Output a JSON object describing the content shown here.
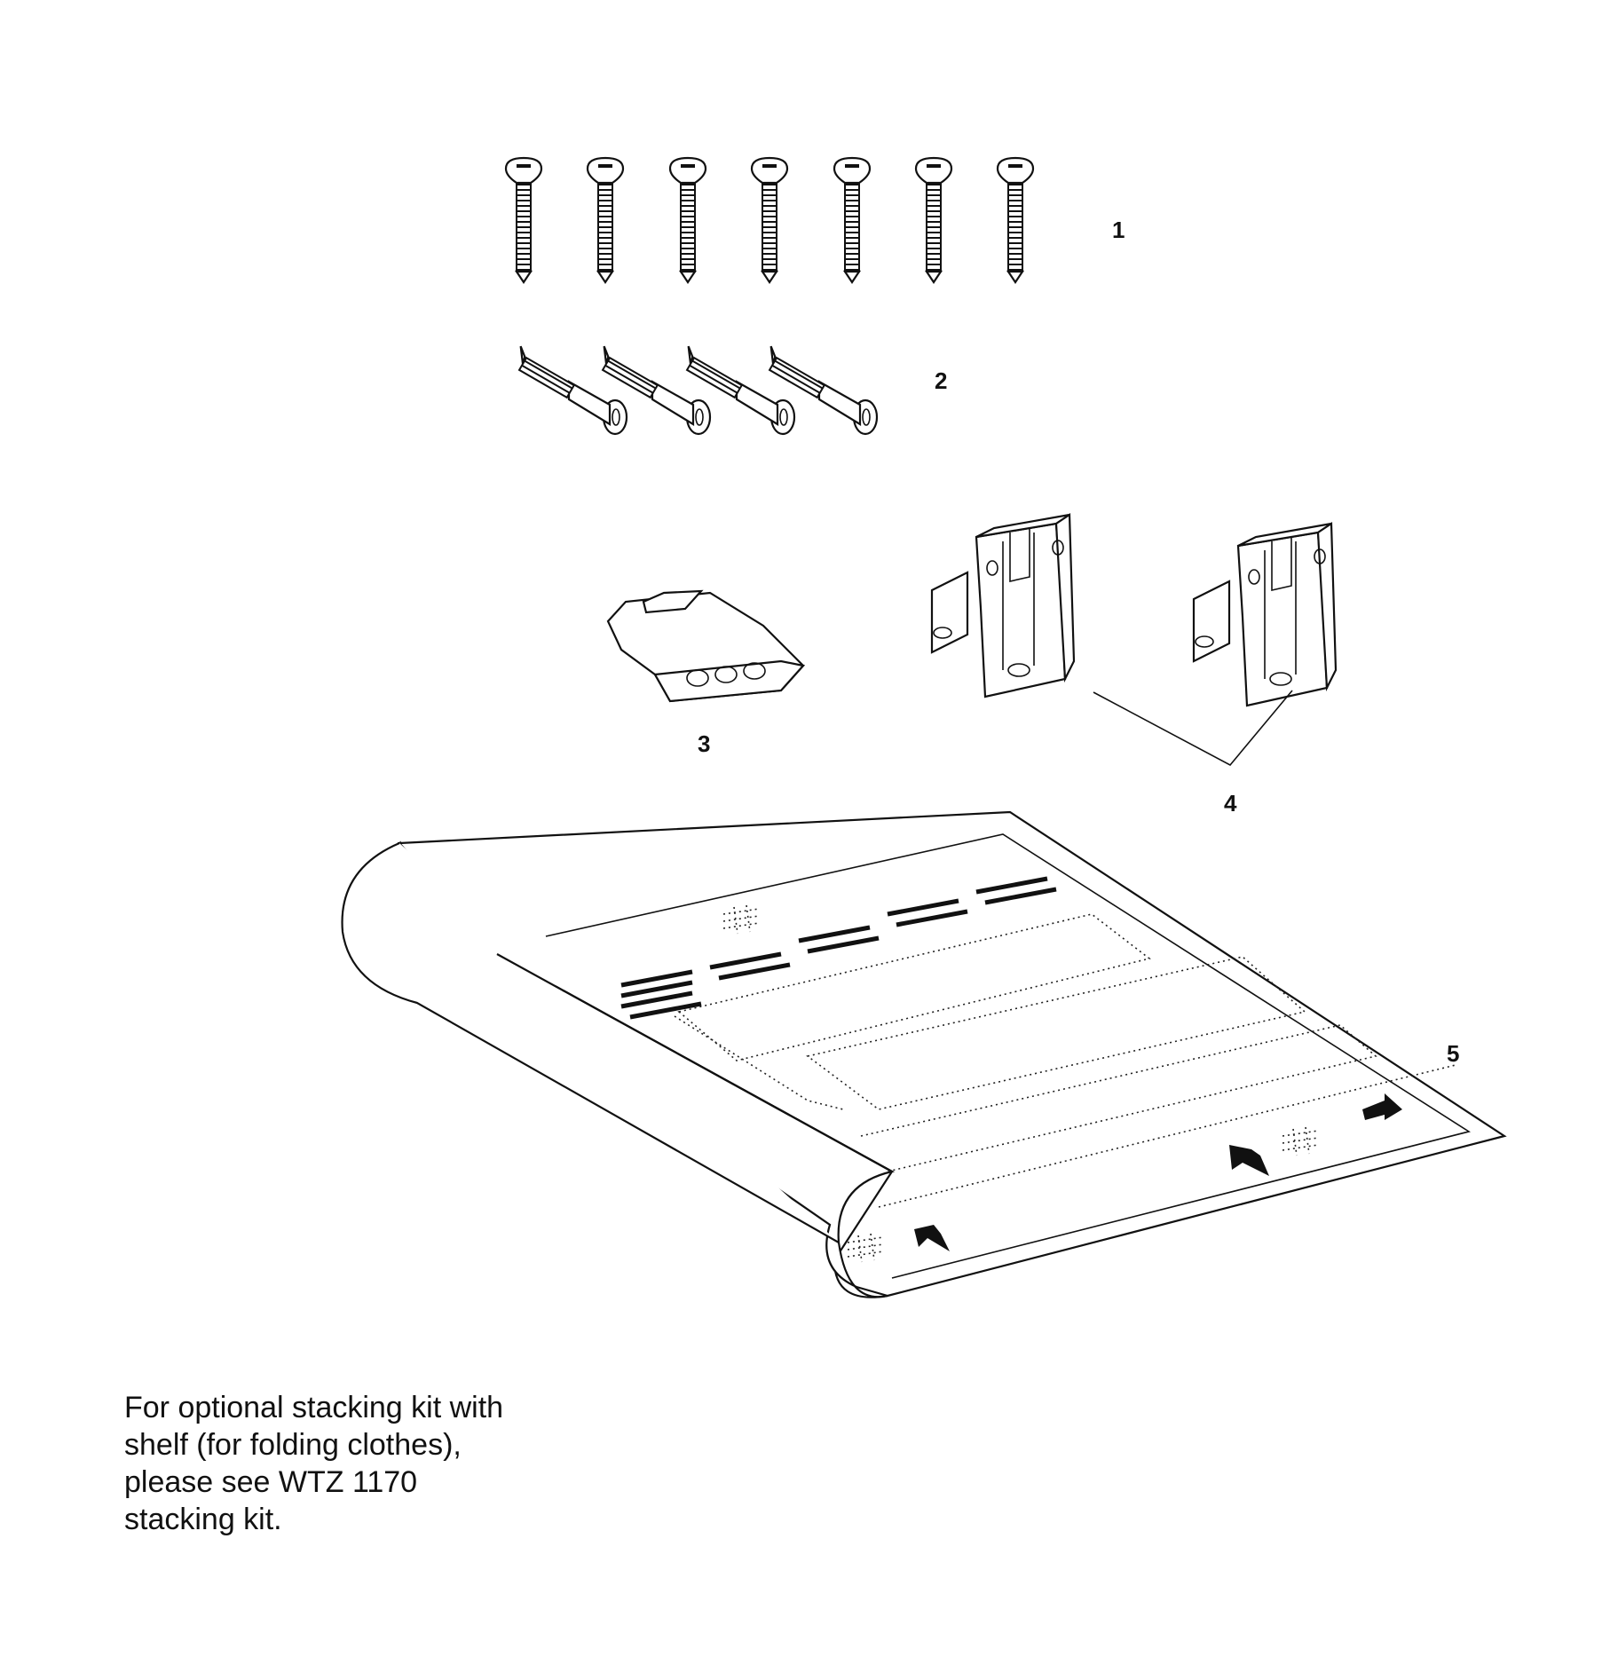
{
  "callouts": {
    "c1": "1",
    "c2": "2",
    "c3": "3",
    "c4": "4",
    "c5": "5"
  },
  "note": {
    "line1": "For optional stacking kit with",
    "line2": "shelf (for folding clothes),",
    "line3": "please see WTZ 1170",
    "line4": "stacking kit."
  },
  "parts": [
    {
      "id": 1,
      "item": "long countersunk screws",
      "count": 7
    },
    {
      "id": 2,
      "item": "short countersunk screws",
      "count": 4
    },
    {
      "id": 3,
      "item": "mounting plate",
      "count": 1
    },
    {
      "id": 4,
      "item": "brackets",
      "count": 2
    },
    {
      "id": 5,
      "item": "template sheet",
      "count": 1
    }
  ]
}
